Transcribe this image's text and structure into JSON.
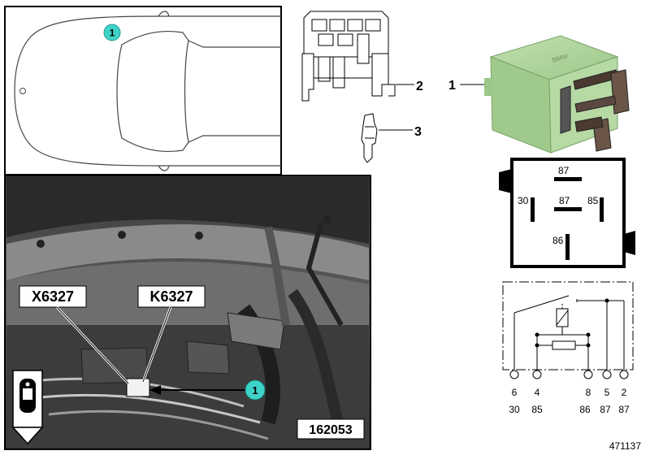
{
  "car_view": {
    "callout": "1"
  },
  "photo": {
    "label_left": "X6327",
    "label_right": "K6327",
    "callout": "1",
    "photo_id": "162053"
  },
  "parts": {
    "socket_num": "2",
    "terminal_num": "3",
    "relay_num": "1"
  },
  "pin_layout": {
    "top": "87",
    "left": "30",
    "center": "87",
    "right": "85",
    "bottom": "86"
  },
  "schematic": {
    "pins_top": [
      "6",
      "4",
      "8",
      "5",
      "2"
    ],
    "pins_bottom": [
      "30",
      "85",
      "86",
      "87",
      "87"
    ]
  },
  "diagram_id": "471137",
  "colors": {
    "callout_fill": "#3fd3c8",
    "relay_green": "#a8cf95"
  }
}
